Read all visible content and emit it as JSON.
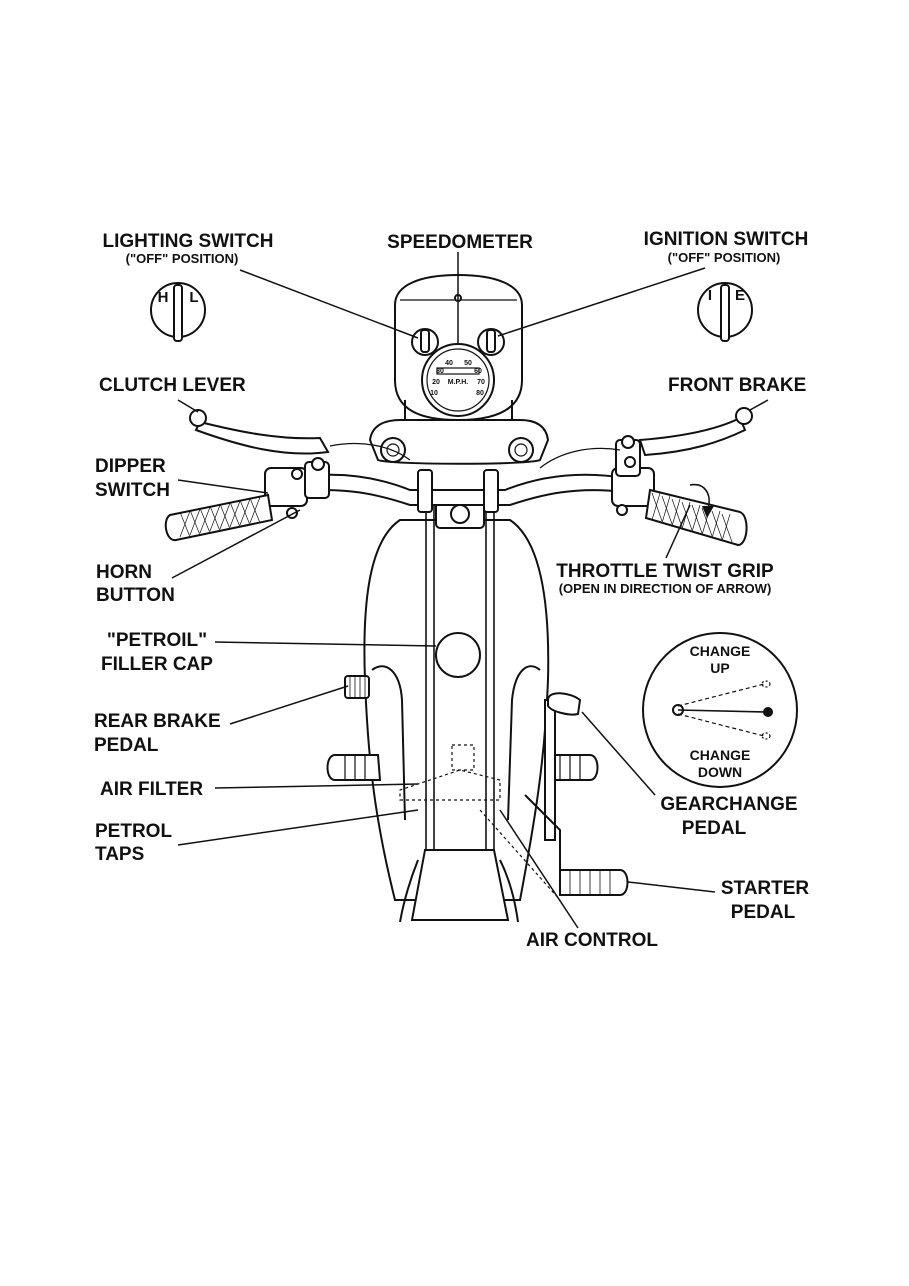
{
  "labels": {
    "lighting_switch": "LIGHTING SWITCH",
    "lighting_switch_sub": "(\"OFF\" POSITION)",
    "speedometer": "SPEEDOMETER",
    "ignition_switch": "IGNITION SWITCH",
    "ignition_switch_sub": "(\"OFF\" POSITION)",
    "clutch_lever": "CLUTCH LEVER",
    "front_brake": "FRONT BRAKE",
    "dipper_switch_1": "DIPPER",
    "dipper_switch_2": "SWITCH",
    "horn_button_1": "HORN",
    "horn_button_2": "BUTTON",
    "throttle": "THROTTLE TWIST GRIP",
    "throttle_sub": "(OPEN IN DIRECTION OF ARROW)",
    "petroil_1": "\"PETROIL\"",
    "petroil_2": "FILLER CAP",
    "rear_brake_1": "REAR BRAKE",
    "rear_brake_2": "PEDAL",
    "air_filter": "AIR FILTER",
    "petrol_taps_1": "PETROL",
    "petrol_taps_2": "TAPS",
    "gearchange_1": "GEARCHANGE",
    "gearchange_2": "PEDAL",
    "starter_1": "STARTER",
    "starter_2": "PEDAL",
    "air_control": "AIR CONTROL"
  },
  "gear_inset": {
    "change_up_1": "CHANGE",
    "change_up_2": "UP",
    "change_down_1": "CHANGE",
    "change_down_2": "DOWN"
  },
  "switch_letters": {
    "lighting": [
      "H",
      "L"
    ],
    "ignition": [
      "I",
      "E"
    ]
  },
  "speedo_dial": {
    "unit": "M.P.H.",
    "ticks": [
      "10",
      "20",
      "30",
      "40",
      "50",
      "60",
      "70",
      "80"
    ]
  }
}
